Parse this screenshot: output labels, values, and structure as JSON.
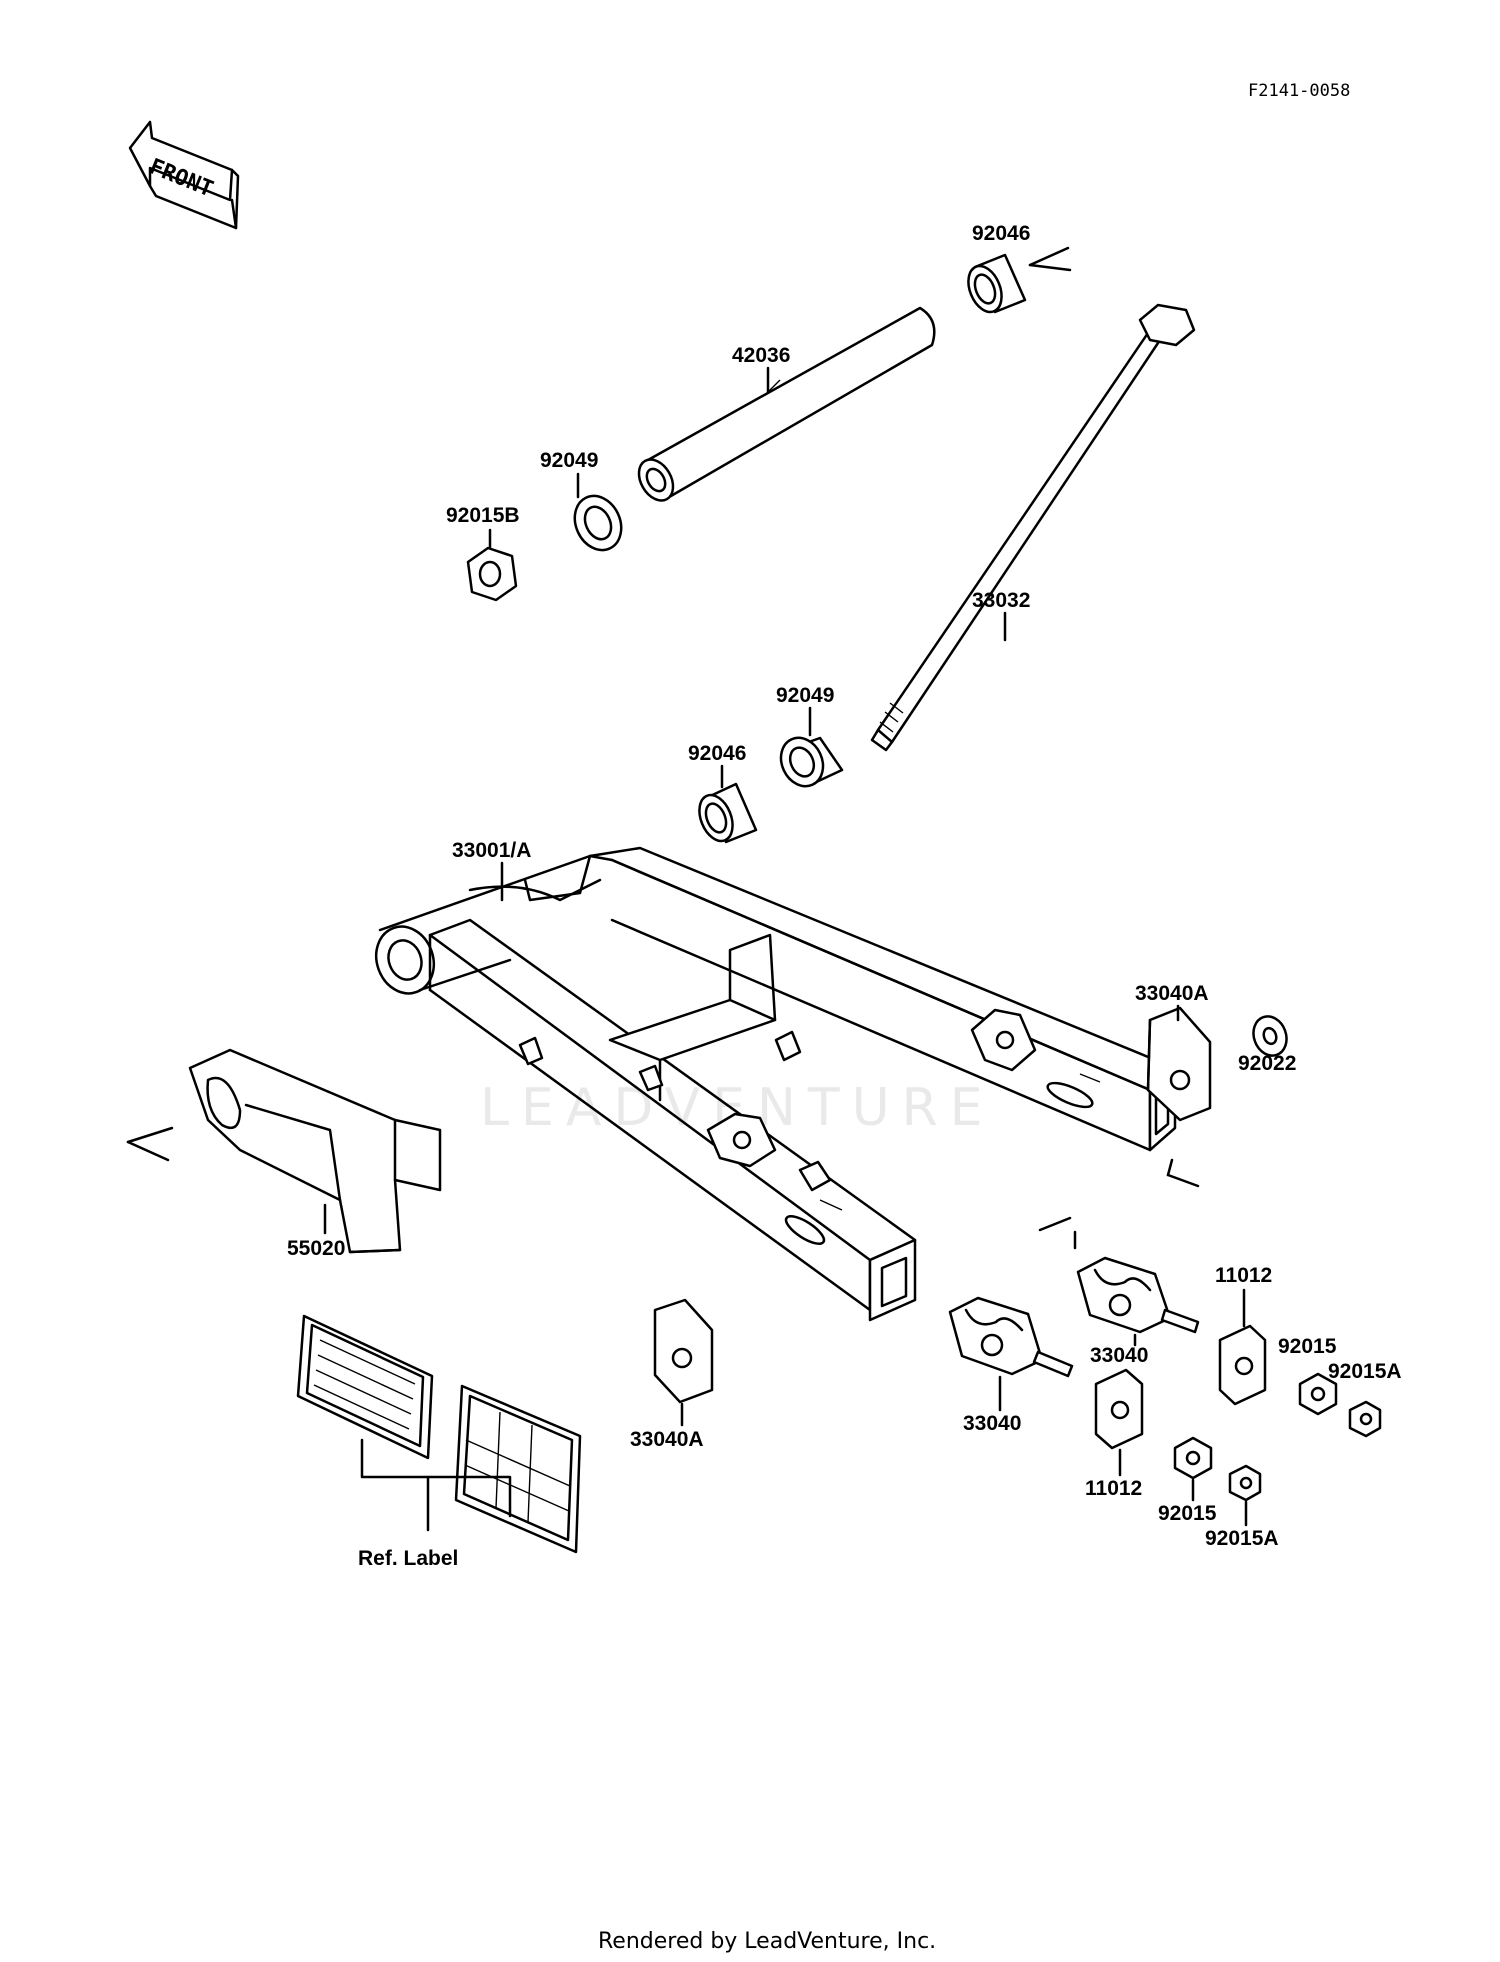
{
  "diagram": {
    "code": "F2141-0058",
    "front_label": "FRONT",
    "footer": "Rendered by LeadVenture, Inc.",
    "watermark": "LEADVENTURE",
    "parts": [
      {
        "number": "92046"
      },
      {
        "number": "42036"
      },
      {
        "number": "92049"
      },
      {
        "number": "92015B"
      },
      {
        "number": "33032"
      },
      {
        "number": "92049"
      },
      {
        "number": "92046"
      },
      {
        "number": "33001/A"
      },
      {
        "number": "33040A"
      },
      {
        "number": "92022"
      },
      {
        "number": "55020"
      },
      {
        "number": "11012"
      },
      {
        "number": "33040"
      },
      {
        "number": "92015"
      },
      {
        "number": "92015A"
      },
      {
        "number": "33040A"
      },
      {
        "number": "33040"
      },
      {
        "number": "11012"
      },
      {
        "number": "92015"
      },
      {
        "number": "92015A"
      },
      {
        "number": "Ref. Label"
      }
    ]
  }
}
